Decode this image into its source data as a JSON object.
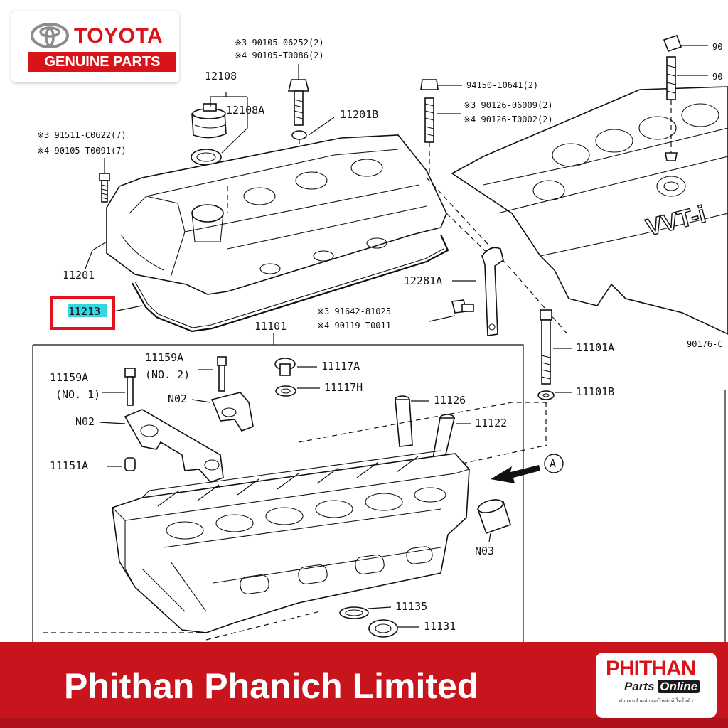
{
  "brand": {
    "toyota": "TOYOTA",
    "genuine_parts": "GENUINE PARTS"
  },
  "footer": {
    "company": "Phithan Phanich Limited",
    "shop_logo_name": "PHITHAN",
    "shop_logo_parts": "Parts",
    "shop_logo_online": "Online",
    "shop_logo_tagline": "ตัวแทนจำหน่ายอะไหล่แท้ โตโยต้า"
  },
  "labels": {
    "n_91511": "※3 91511-C0622(7)",
    "n_90105_t0091": "※4 90105-T0091(7)",
    "n_90105_06252": "※3 90105-06252(2)",
    "n_90105_t0086": "※4 90105-T0086(2)",
    "p_12108": "12108",
    "p_12108a": "12108A",
    "p_11201b": "11201B",
    "p_11201": "11201",
    "p_11213": "11213",
    "n_94150": "94150-10641(2)",
    "n_90126_06009": "※3 90126-06009(2)",
    "n_90126_t0002": "※4 90126-T0002(2)",
    "n_top_right_1": "90",
    "n_top_right_2": "90",
    "p_12281a": "12281A",
    "n_91642": "※3 91642-81025",
    "n_90119": "※4 90119-T0011",
    "p_11101": "11101",
    "p_11101a": "11101A",
    "p_11101b": "11101B",
    "n_90176": "90176-C",
    "p_11159a_no2": "11159A",
    "p_no2_paren": "(NO. 2)",
    "p_11159a_no1": "11159A",
    "p_no1_paren": "(NO. 1)",
    "p_n02_a": "N02",
    "p_n02_b": "N02",
    "p_11117a": "11117A",
    "p_11117h": "11117H",
    "p_11126": "11126",
    "p_11122": "11122",
    "p_11151a": "11151A",
    "p_a": "A",
    "p_n03": "N03",
    "p_11135": "11135",
    "p_11131": "11131",
    "cover_text": "VVT-i"
  },
  "colors": {
    "brand_red": "#d7141a",
    "footer_red": "#c8141d",
    "highlight_border": "#e3131b",
    "highlight_fill": "#35d6e0"
  }
}
